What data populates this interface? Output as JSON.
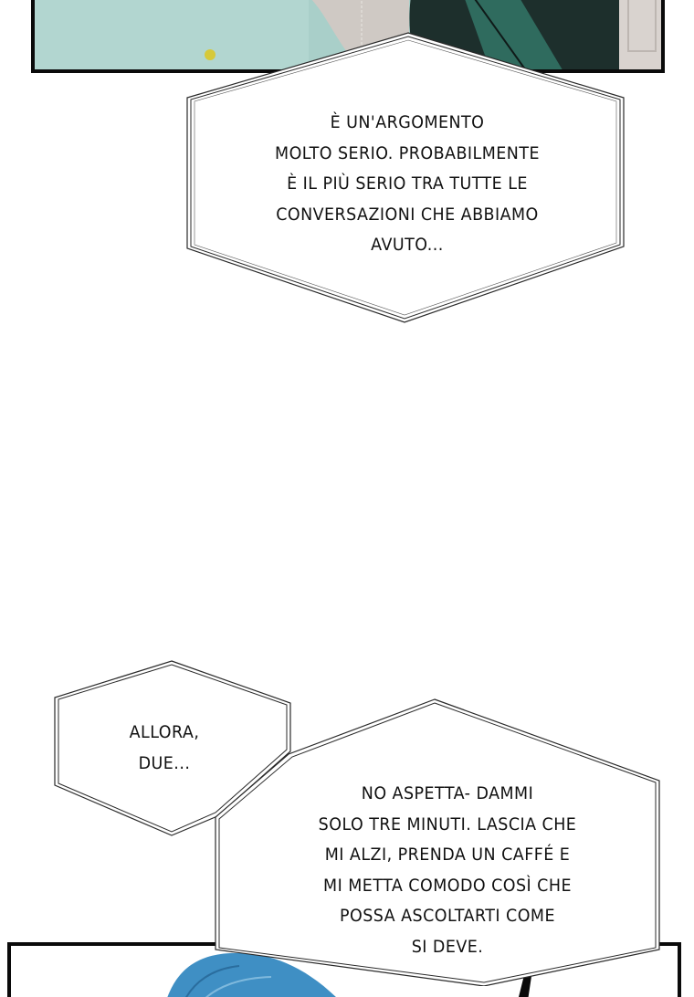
{
  "page": {
    "type": "manga-webtoon-page",
    "language": "it"
  },
  "colors": {
    "panel_border": "#0a0a0a",
    "bubble_fill": "#ffffff",
    "bubble_stroke": "#2a2a2a",
    "text": "#111111",
    "top_panel_teal": "#a9cfc9",
    "top_panel_dark_green": "#1d2f2c",
    "top_panel_green_cloth": "#2f6b5e",
    "top_panel_wall": "#cfc9c4",
    "top_panel_yellow_dot": "#d6c93a",
    "bottom_panel_hair_blue": "#3f8fc4"
  },
  "bubbles": [
    {
      "id": "bubble-1",
      "lines": [
        "È UN'ARGOMENTO",
        "MOLTO SERIO. PROBABILMENTE",
        "È IL PIÙ SERIO TRA TUTTE LE",
        "CONVERSAZIONI CHE ABBIAMO",
        "AVUTO..."
      ]
    },
    {
      "id": "bubble-2",
      "lines": [
        "ALLORA,",
        "DUE..."
      ]
    },
    {
      "id": "bubble-3",
      "lines": [
        "NO ASPETTA- DAMMI",
        "SOLO TRE MINUTI. LASCIA CHE",
        "MI ALZI, PRENDA UN CAFFÉ E",
        "MI METTA COMODO COSÌ CHE",
        "POSSA ASCOLTARTI COME",
        "SI DEVE."
      ]
    }
  ]
}
